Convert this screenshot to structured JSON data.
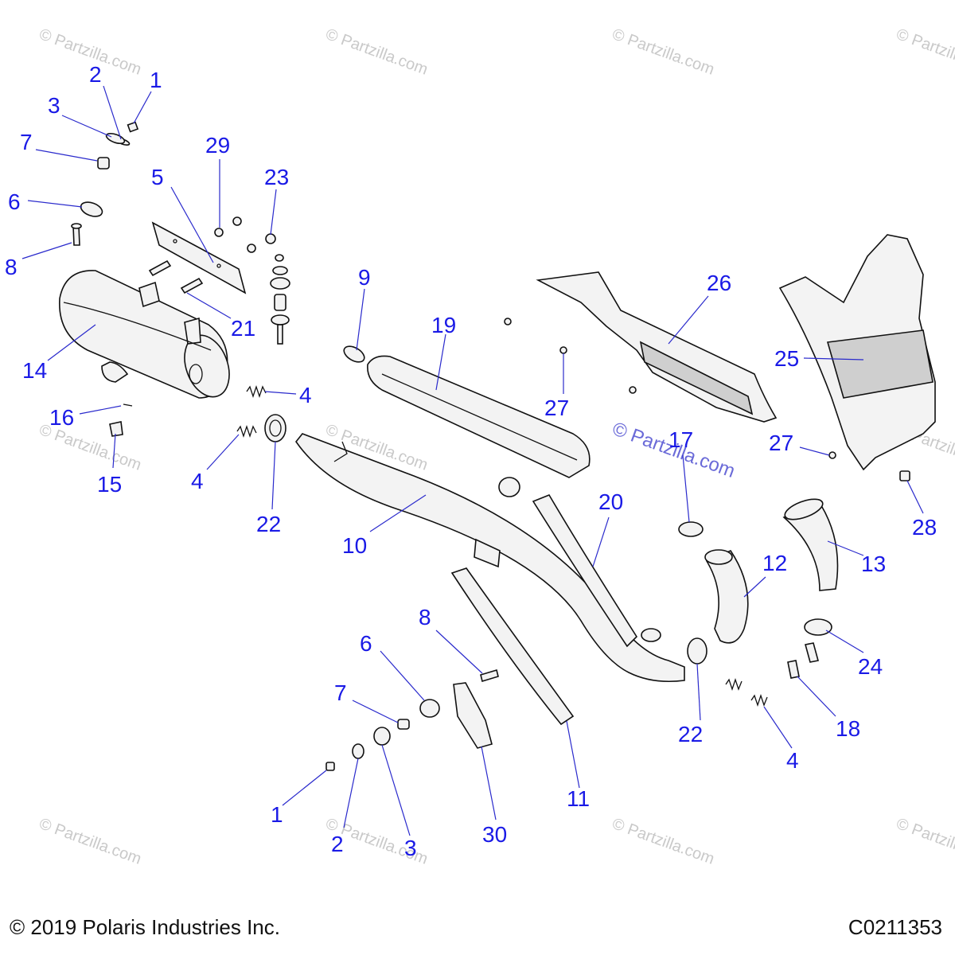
{
  "footer": {
    "copyright": "© 2019 Polaris Industries Inc.",
    "diagram_code": "C0211353"
  },
  "watermark": {
    "text": "© Partzilla.com"
  },
  "callouts": {
    "c1a": "1",
    "c2a": "2",
    "c3a": "3",
    "c7a": "7",
    "c6a": "6",
    "c8a": "8",
    "c29": "29",
    "c5": "5",
    "c23": "23",
    "c14": "14",
    "c21": "21",
    "c4a": "4",
    "c4b": "4",
    "c16": "16",
    "c15": "15",
    "c22a": "22",
    "c9": "9",
    "c19": "19",
    "c26": "26",
    "c27a": "27",
    "c27b": "27",
    "c25": "25",
    "c17": "17",
    "c28": "28",
    "c20": "20",
    "c10": "10",
    "c12": "12",
    "c13": "13",
    "c24": "24",
    "c8b": "8",
    "c6b": "6",
    "c7b": "7",
    "c22b": "22",
    "c18": "18",
    "c4c": "4",
    "c11": "11",
    "c1b": "1",
    "c2b": "2",
    "c3b": "3",
    "c30": "30"
  },
  "colors": {
    "callout": "#1a1ae6",
    "leader": "#2a2acc",
    "watermark": "#c9c9c9"
  }
}
